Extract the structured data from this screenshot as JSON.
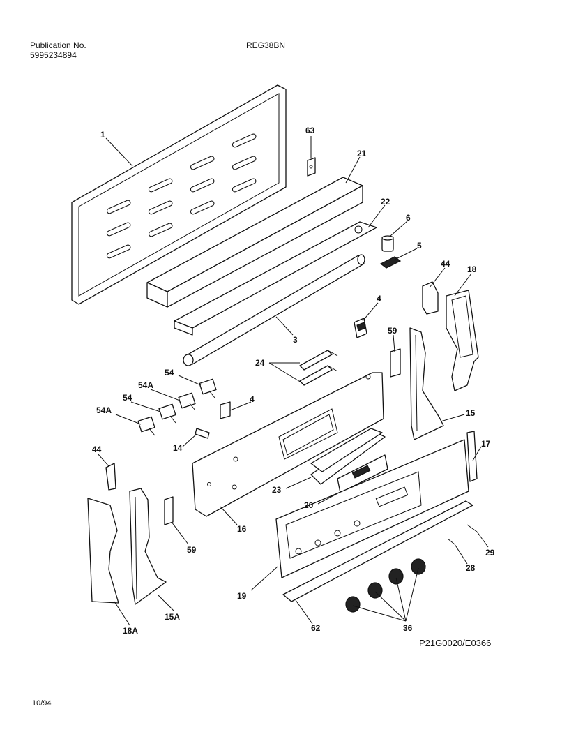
{
  "header": {
    "publication_label": "Publication No.",
    "publication_number": "5995234894",
    "model": "REG38BN"
  },
  "footer": {
    "date": "10/94",
    "diagram_code": "P21G0020/E0366"
  },
  "callouts": {
    "p1": "1",
    "p63": "63",
    "p21": "21",
    "p22": "22",
    "p6": "6",
    "p5": "5",
    "p3": "3",
    "p44a": "44",
    "p18": "18",
    "p4a": "4",
    "p59a": "59",
    "p24": "24",
    "p54a": "54",
    "p54Aa": "54A",
    "p54b": "54",
    "p54Ab": "54A",
    "p4b": "4",
    "p14": "14",
    "p15": "15",
    "p44b": "44",
    "p17": "17",
    "p23": "23",
    "p20": "20",
    "p16": "16",
    "p59b": "59",
    "p29": "29",
    "p28": "28",
    "p19": "19",
    "p15A": "15A",
    "p18A": "18A",
    "p62": "62",
    "p36": "36"
  }
}
